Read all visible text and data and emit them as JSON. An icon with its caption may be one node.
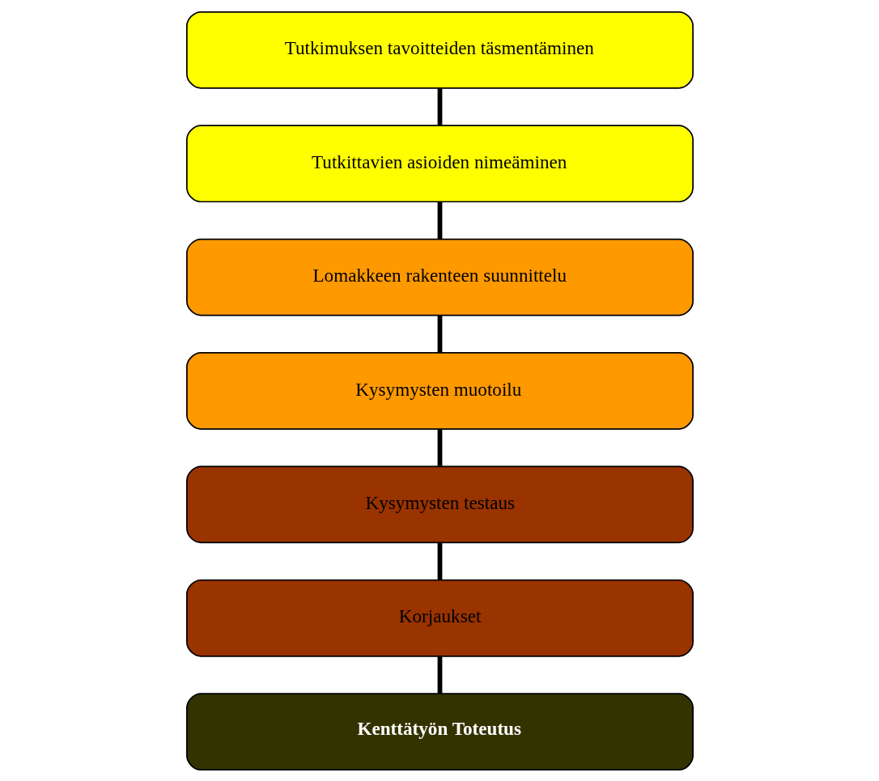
{
  "diagram": {
    "nodes": [
      {
        "text": [
          "Tutkimuksen tavoitteiden täsmentäminen"
        ]
      },
      {
        "text": [
          "Tutkittavien asioiden nimeäminen"
        ]
      },
      {
        "text": [
          "Lomakkeen rakenteen suunnittelu"
        ]
      },
      {
        "text": [
          "Kysymysten muotoilu"
        ]
      },
      {
        "text": [
          "Kysymysten testaus"
        ]
      },
      {
        "text": [
          "Korjaukset"
        ]
      },
      {
        "text": [
          "Kenttätyön Toteutus"
        ]
      }
    ],
    "edges": [
      {
        "from": 0,
        "to": 1,
        "arrow": "none"
      },
      {
        "from": 1,
        "to": 2,
        "arrow": "none"
      },
      {
        "from": 2,
        "to": 3,
        "arrow": "none"
      },
      {
        "from": 3,
        "to": 4,
        "arrow": "none"
      },
      {
        "from": 4,
        "to": 5,
        "arrow": "none"
      },
      {
        "from": 5,
        "to": 6,
        "arrow": "none"
      }
    ]
  }
}
